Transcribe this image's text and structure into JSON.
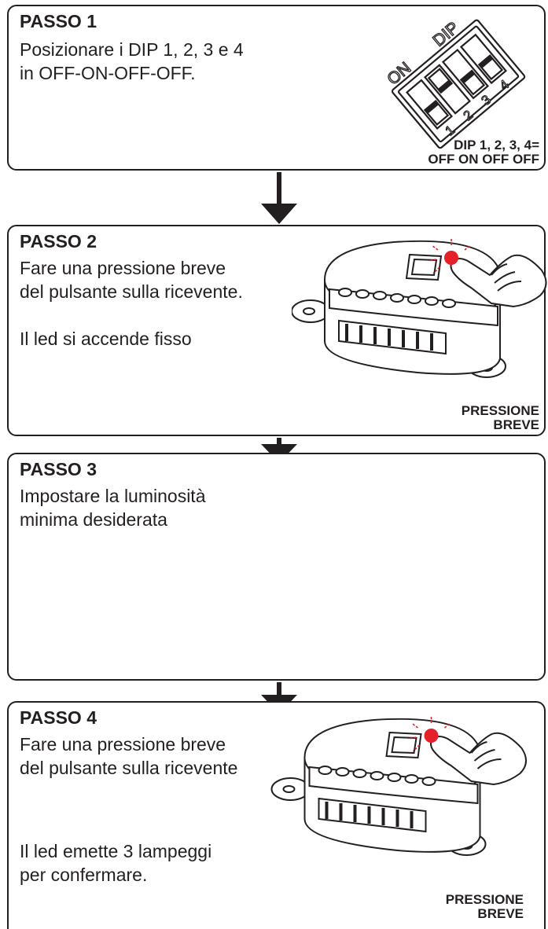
{
  "steps": [
    {
      "title": "PASSO 1",
      "lines": [
        "Posizionare i DIP 1, 2, 3 e 4",
        "in OFF-ON-OFF-OFF."
      ],
      "caption": [
        "DIP 1, 2, 3, 4=",
        "OFF ON OFF OFF"
      ],
      "dip": {
        "on_label": "ON",
        "dip_label": "DIP",
        "numbers": [
          "1",
          "2",
          "3",
          "4"
        ],
        "states": [
          "OFF",
          "ON",
          "OFF",
          "OFF"
        ]
      }
    },
    {
      "title": "PASSO 2",
      "lines": [
        "Fare una pressione breve",
        "del pulsante sulla ricevente."
      ],
      "note_lines": [
        "Il led si accende fisso"
      ],
      "caption": [
        "PRESSIONE",
        "BREVE"
      ]
    },
    {
      "title": "PASSO 3",
      "lines": [
        "Impostare la luminosità",
        "minima desiderata"
      ]
    },
    {
      "title": "PASSO 4",
      "lines": [
        "Fare una pressione breve",
        "del pulsante sulla ricevente"
      ],
      "note_lines": [
        "Il led emette 3 lampeggi",
        "per confermare."
      ],
      "caption": [
        "PRESSIONE",
        "BREVE"
      ]
    }
  ],
  "colors": {
    "ink": "#231f20",
    "led": "#e4202a"
  }
}
